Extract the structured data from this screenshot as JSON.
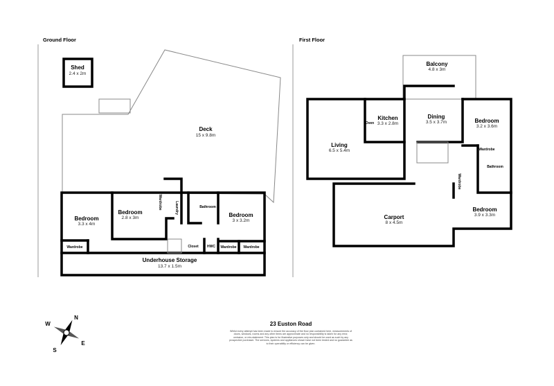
{
  "ground_floor": {
    "label": "Ground Floor",
    "rooms": [
      {
        "name": "Shed",
        "size": "2.4 x 2m"
      },
      {
        "name": "Deck",
        "size": "15 x 9.8m"
      },
      {
        "name": "Bedroom",
        "size": "3.3 x 4m"
      },
      {
        "name": "Bedroom",
        "size": "2.8 x 3m"
      },
      {
        "name": "Bedroom",
        "size": "3 x 3.2m"
      },
      {
        "name": "Underhouse Storage",
        "size": "13.7 x 1.5m"
      }
    ],
    "small_labels": [
      "Wardrobe",
      "Laundry",
      "Bathroom",
      "Closet",
      "HWC",
      "Wardrobe",
      "Wardrobe",
      "Wardrobe"
    ]
  },
  "first_floor": {
    "label": "First Floor",
    "rooms": [
      {
        "name": "Balcony",
        "size": "4.8 x 3m"
      },
      {
        "name": "Kitchen",
        "size": "3.3 x 2.8m"
      },
      {
        "name": "Dining",
        "size": "3.5 x 3.7m"
      },
      {
        "name": "Bedroom",
        "size": "3.2 x 3.6m"
      },
      {
        "name": "Living",
        "size": "6.5 x 5.4m"
      },
      {
        "name": "Carport",
        "size": "8 x 4.5m"
      },
      {
        "name": "Bedroom",
        "size": "3.9 x 3.3m"
      }
    ],
    "small_labels": [
      "Oven",
      "Wardrobe",
      "Bathroom",
      "Wardrobe"
    ]
  },
  "address": "23 Euston Road",
  "disclaimer": "Whilst every attempt has been made to ensure the accuracy of the floor plan contained here, measurements of doors, windows, rooms and any other items are approximate and no responsibility is taken for any error, omission, or mis-statement. This plan is for illustrative purposes only and should be used as such by any prospective purchaser. The services, systems and appliances shown have not been tested and no guarantee as to their operability or efficiency can be given.",
  "compass": {
    "n": "N",
    "s": "S",
    "e": "E",
    "w": "W"
  }
}
